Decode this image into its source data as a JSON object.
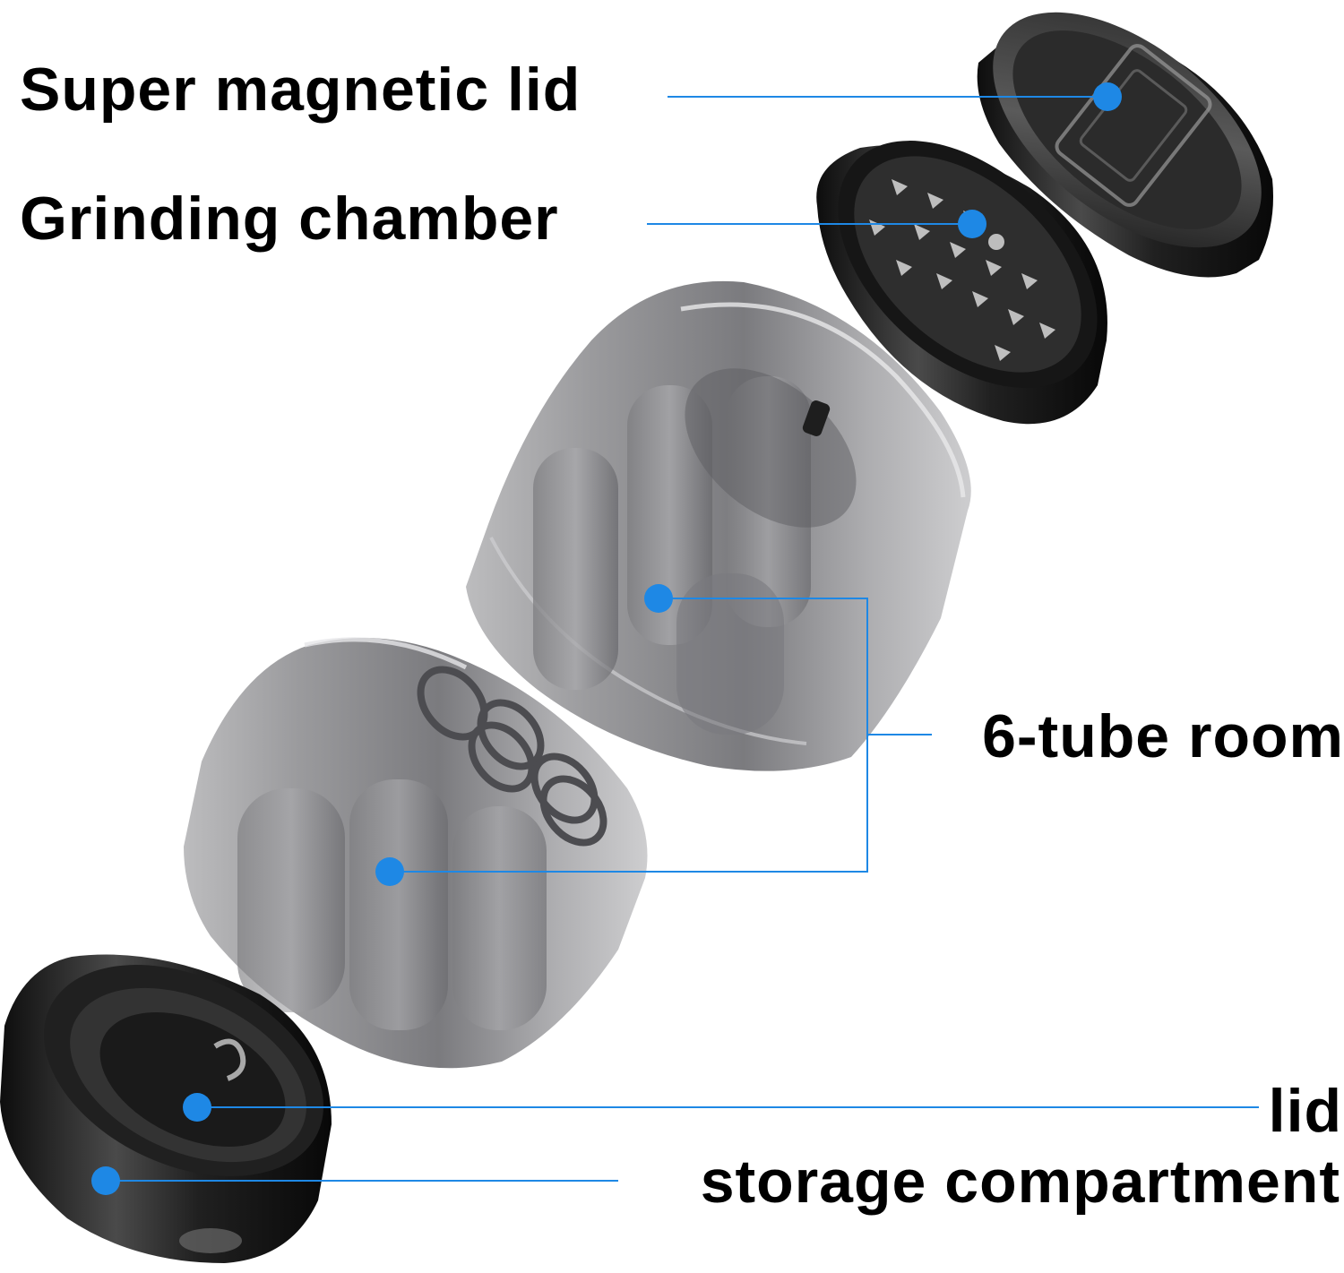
{
  "labels": {
    "magnetic_lid": "Super magnetic lid",
    "grinding_chamber": "Grinding chamber",
    "tube_room": "6-tube room",
    "lid": "lid",
    "storage": "storage compartment"
  },
  "colors": {
    "callout_dot": "#1e88e5",
    "callout_line": "#1e88e5",
    "metal_dark": "#1a1a1a",
    "metal_mid": "#3c3c3c",
    "translucent_body": "#8a8a8c",
    "text": "#000000",
    "background": "#ffffff"
  }
}
